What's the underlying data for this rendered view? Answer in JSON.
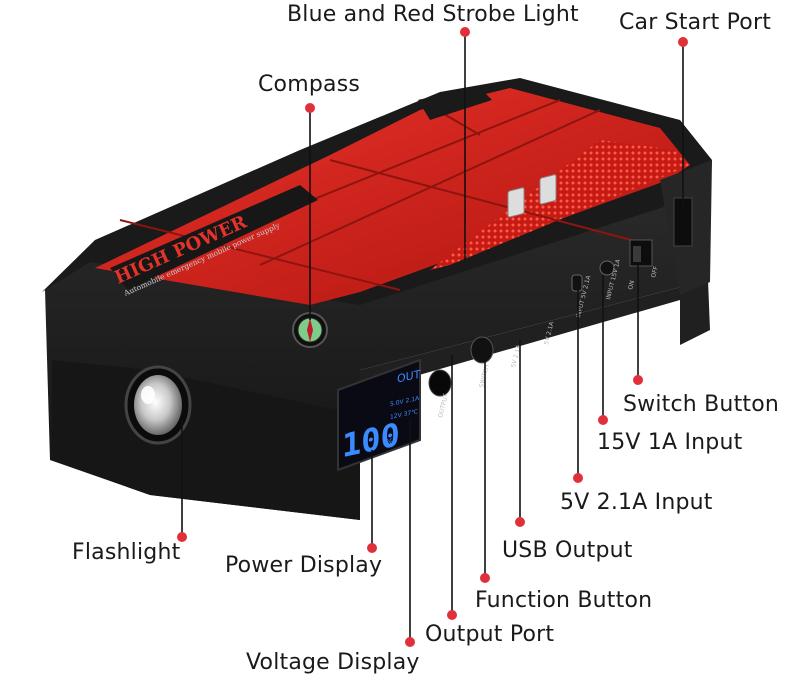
{
  "product": {
    "brand": "HIGH POWER",
    "subtitle": "Automobile emergency mobile power supply",
    "display": {
      "percent": "100",
      "percent_sign": "%",
      "out": "OUT",
      "line1": "5.0V  2.1A",
      "line2": "12V  37℃"
    },
    "port_marks": {
      "output": "OUTPUT",
      "switch": "SWITCH",
      "usb1": "5V 2.1A",
      "usb2": "5V 2.1A",
      "input_5v": "INPUT 5V 2.1A",
      "input_15v": "INPUT 15V 1A",
      "on": "ON",
      "off": "OFF"
    },
    "colors": {
      "body": "#1c1c1c",
      "top": "#d8241c",
      "display": "#3a8bff",
      "pointer": "#e0303a"
    }
  },
  "callouts": {
    "strobe": "Blue and Red Strobe Light",
    "car_start": "Car Start Port",
    "compass": "Compass",
    "switch_button": "Switch Button",
    "input_15v": "15V 1A Input",
    "input_5v": "5V 2.1A Input",
    "flashlight": "Flashlight",
    "usb_output": "USB Output",
    "power_display": "Power Display",
    "function_button": "Function Button",
    "output_port": "Output Port",
    "voltage_display": "Voltage Display"
  }
}
